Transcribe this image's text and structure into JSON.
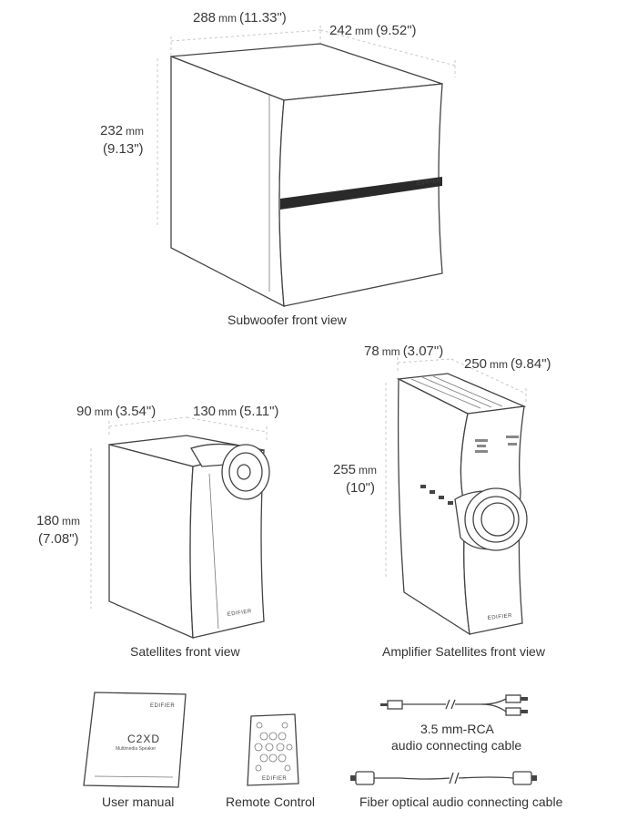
{
  "subwoofer": {
    "width": {
      "value": "288",
      "unit": "mm",
      "inch": "(11.33\")"
    },
    "depth": {
      "value": "242",
      "unit": "mm",
      "inch": "(9.52\")"
    },
    "height": {
      "value": "232",
      "unit": "mm",
      "inch": "(9.13\")"
    },
    "brand": "EDIFIER",
    "caption": "Subwoofer front view"
  },
  "satellite": {
    "depth": {
      "value": "90",
      "unit": "mm",
      "inch": "(3.54\")"
    },
    "width": {
      "value": "130",
      "unit": "mm",
      "inch": "(5.11\")"
    },
    "height": {
      "value": "180",
      "unit": "mm",
      "inch": "(7.08\")"
    },
    "brand": "EDIFIER",
    "caption": "Satellites front view"
  },
  "amplifier": {
    "width": {
      "value": "78",
      "unit": "mm",
      "inch": "(3.07\")"
    },
    "depth": {
      "value": "250",
      "unit": "mm",
      "inch": "(9.84\")"
    },
    "height": {
      "value": "255",
      "unit": "mm",
      "inch": "(10\")"
    },
    "brand": "EDIFIER",
    "caption": "Amplifier Satellites front view"
  },
  "accessories": {
    "manual": {
      "brand": "EDIFIER",
      "model": "C2XD",
      "subtitle": "Multimedia Speaker",
      "caption": "User manual"
    },
    "remote": {
      "brand": "EDIFIER",
      "caption": "Remote Control"
    },
    "rca": {
      "caption_line1": "3.5 mm-RCA",
      "caption_line2": "audio connecting cable"
    },
    "optical": {
      "caption": "Fiber optical audio connecting cable"
    }
  }
}
